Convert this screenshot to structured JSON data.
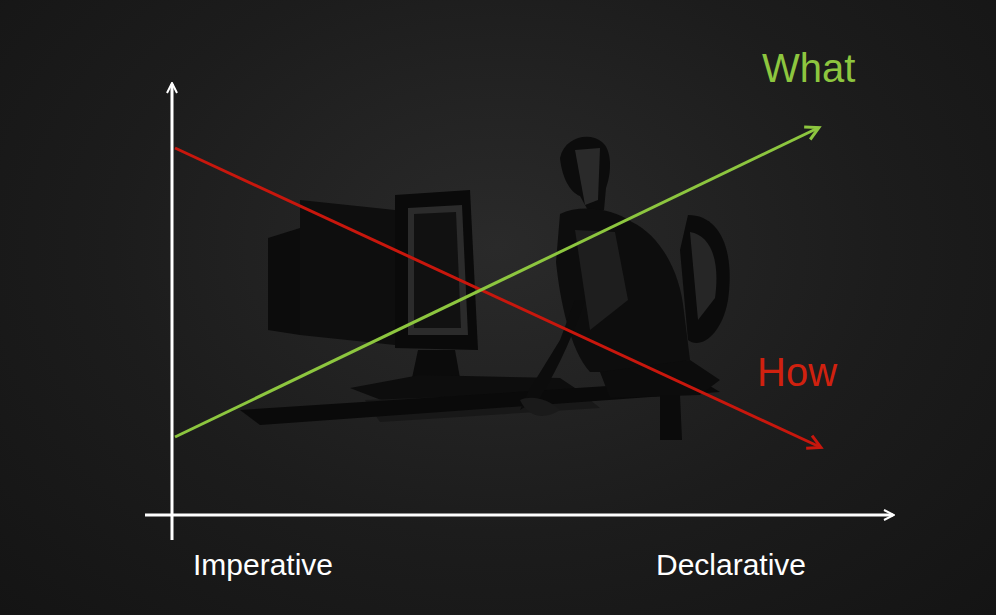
{
  "diagram": {
    "labels": [
      "What",
      "How",
      "Imperative",
      "Declarative"
    ]
  }
}
